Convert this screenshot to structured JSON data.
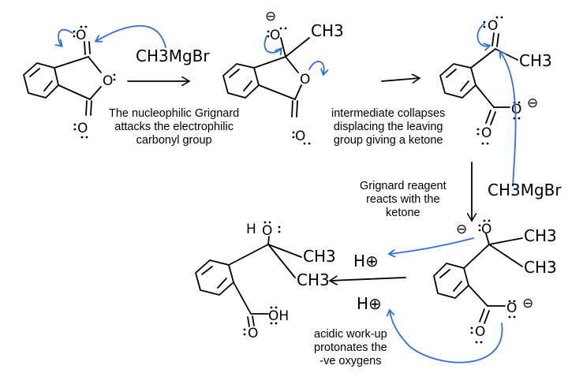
{
  "reagents": {
    "grignard_1": "CH3MgBr",
    "grignard_2": "CH3MgBr",
    "acid_1": "H⊕",
    "acid_2": "H⊕"
  },
  "atoms": {
    "o": "O",
    "ch3": "CH3",
    "oh": "OH",
    "h": "H",
    "minus": "⊖"
  },
  "captions": {
    "step1": [
      "The nucleophilic Grignard",
      "attacks the electrophilic",
      "carbonyl group"
    ],
    "step2": [
      "intermediate collapses",
      "displacing the leaving",
      "group giving a ketone"
    ],
    "step3": [
      "Grignard reagent",
      "reacts with the",
      "ketone"
    ],
    "step4": [
      "acidic work-up",
      "protonates the",
      "-ve oxygens"
    ]
  },
  "colors": {
    "ink": "#000000",
    "curly_arrow": "#2f6fe0",
    "background": "#ffffff"
  }
}
